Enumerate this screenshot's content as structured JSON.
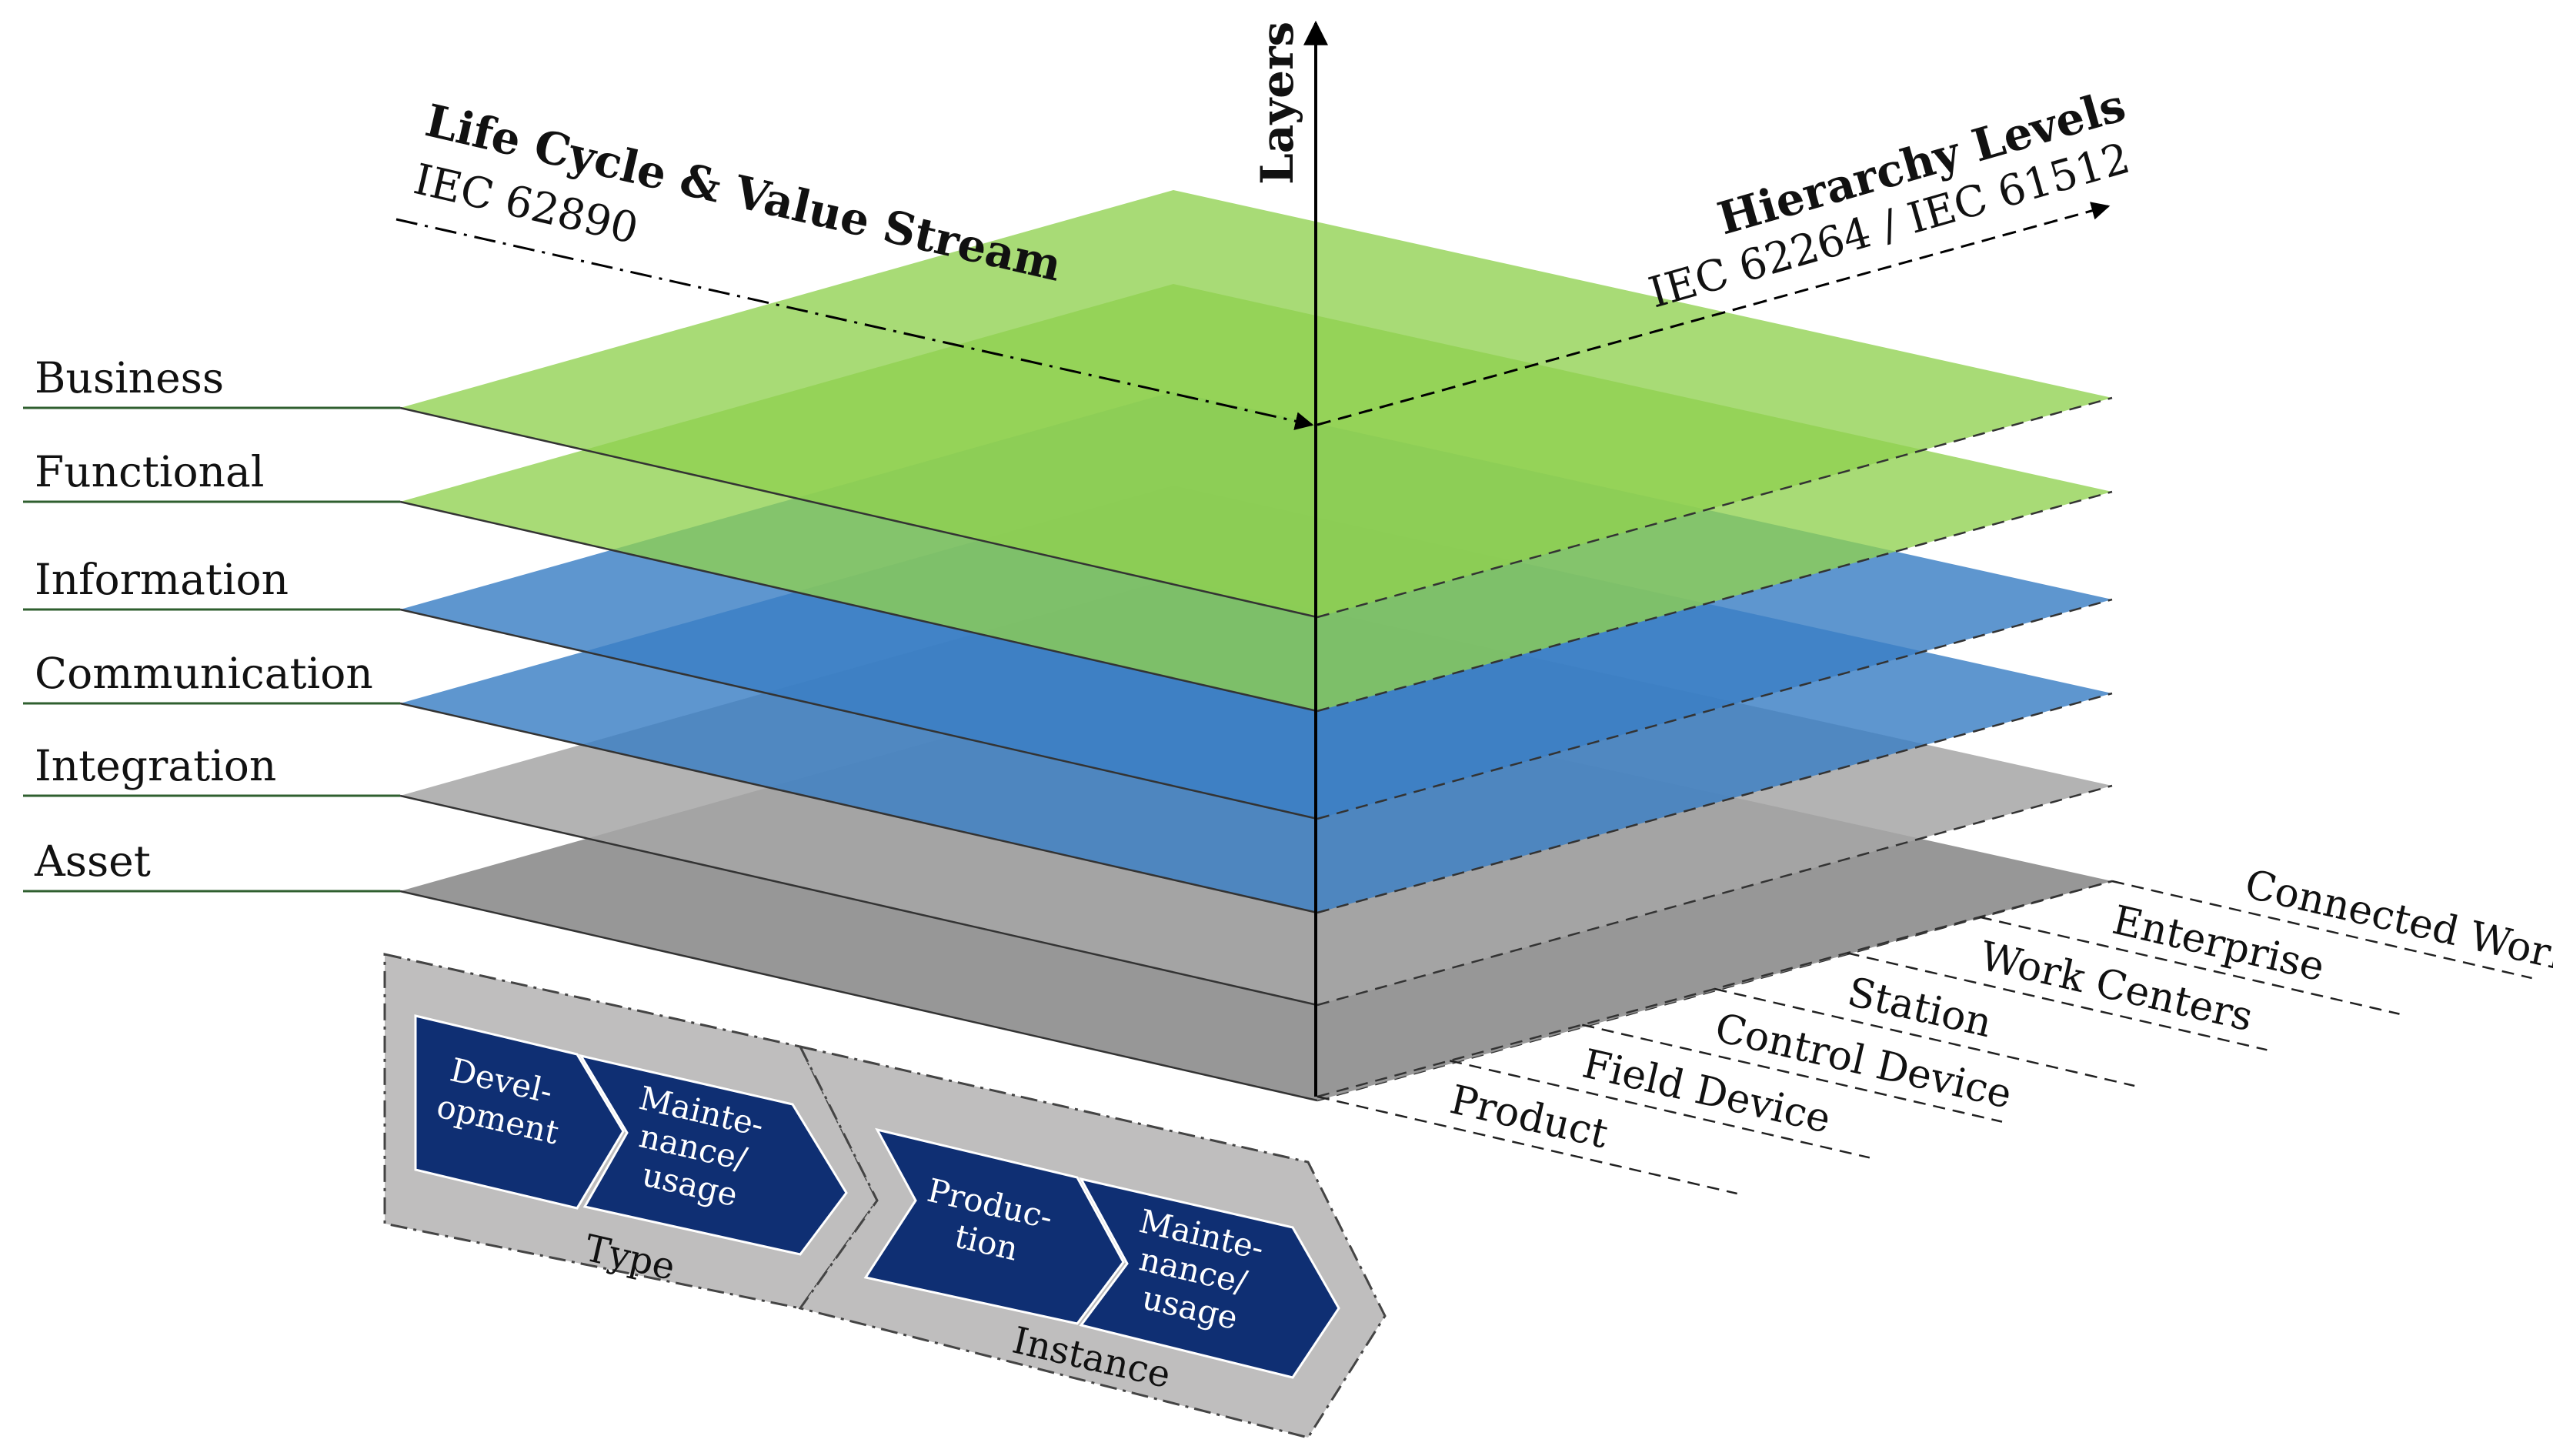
{
  "axes": {
    "layers": "Layers",
    "life_cycle": {
      "title": "Life Cycle & Value Stream",
      "standard": "IEC 62890"
    },
    "hierarchy": {
      "title": "Hierarchy Levels",
      "standard": "IEC 62264 / IEC 61512"
    }
  },
  "layers": [
    {
      "name": "Business",
      "color": "#8fd14f"
    },
    {
      "name": "Functional",
      "color": "#8fd14f"
    },
    {
      "name": "Information",
      "color": "#3b7fc4"
    },
    {
      "name": "Communication",
      "color": "#3b7fc4"
    },
    {
      "name": "Integration",
      "color": "#a6a6a6"
    },
    {
      "name": "Asset",
      "color": "#8c8c8c"
    }
  ],
  "hierarchy_levels": [
    "Product",
    "Field Device",
    "Control Device",
    "Station",
    "Work Centers",
    "Enterprise",
    "Connected World"
  ],
  "life_cycle": {
    "groups": [
      {
        "label": "Type",
        "steps": [
          {
            "lines": [
              "Devel-",
              "opment"
            ]
          },
          {
            "lines": [
              "Mainte-",
              "nance/",
              "usage"
            ]
          }
        ]
      },
      {
        "label": "Instance",
        "steps": [
          {
            "lines": [
              "Produc-",
              "tion"
            ]
          },
          {
            "lines": [
              "Mainte-",
              "nance/",
              "usage"
            ]
          }
        ]
      }
    ],
    "chevron_color": "#0f2f73",
    "panel_color": "#bfbebe"
  }
}
